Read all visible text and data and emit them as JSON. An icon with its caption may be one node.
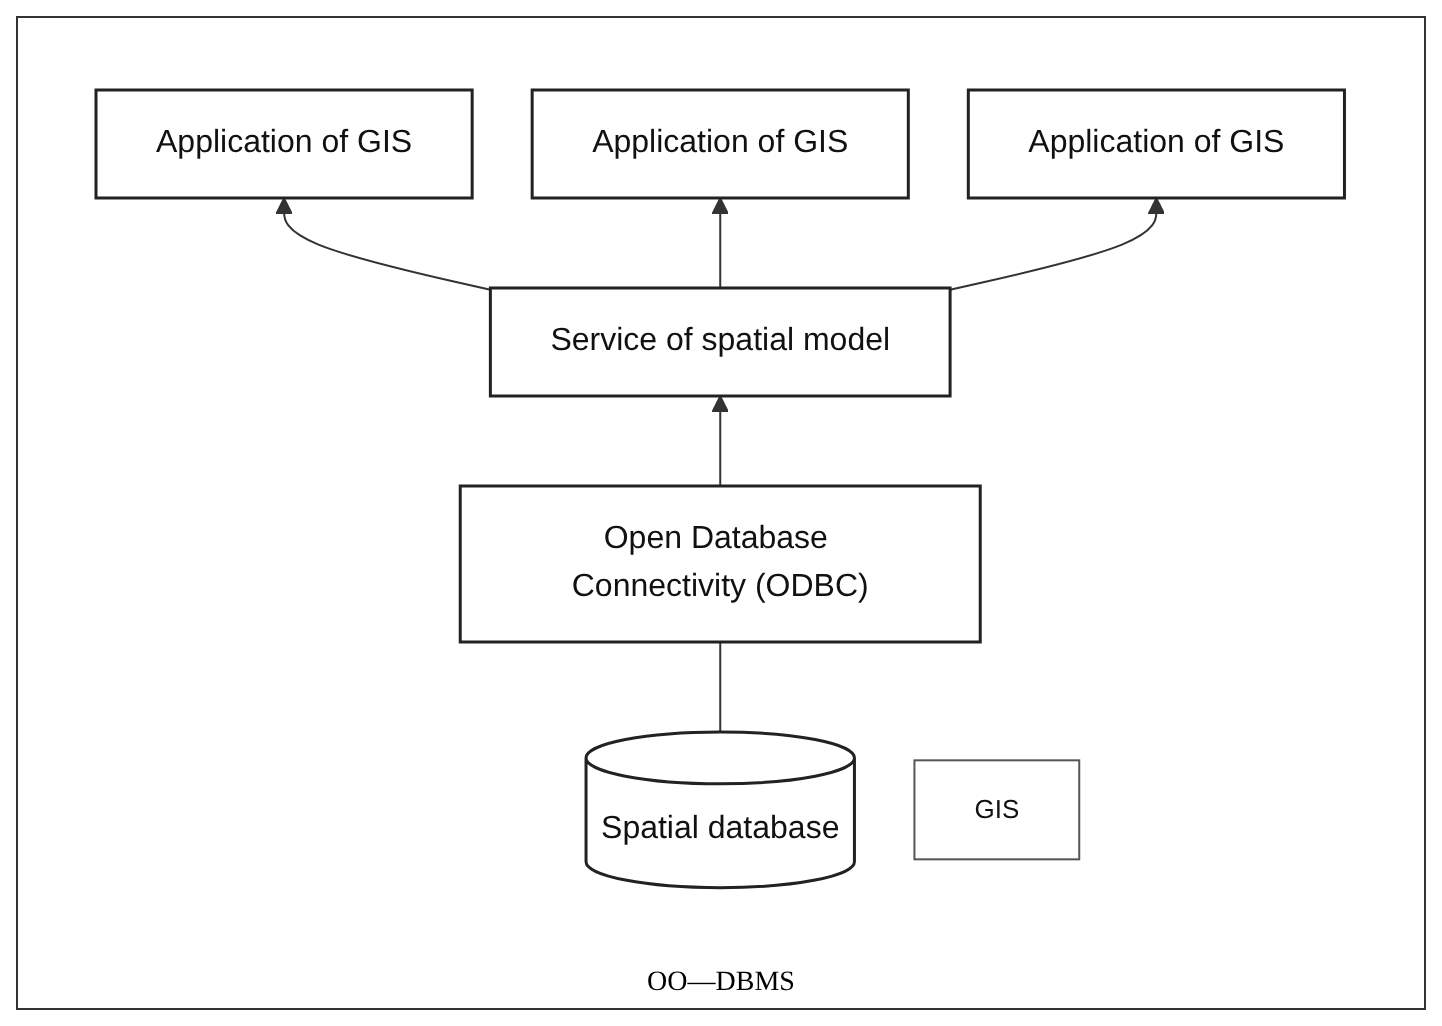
{
  "diagram": {
    "nodes": [
      {
        "text": [
          "Application of GIS"
        ]
      },
      {
        "text": [
          "Application of GIS"
        ]
      },
      {
        "text": [
          "Application of GIS"
        ]
      },
      {
        "text": [
          "Service of spatial model"
        ]
      },
      {
        "text": [
          "Open Database Connectivity (ODBC)"
        ]
      },
      {
        "text": [
          "Spatial database"
        ],
        "beside": [
          "OO—DBMS"
        ]
      },
      {
        "text": [
          "GIS"
        ]
      }
    ],
    "edges": [
      {
        "from": 3,
        "to": 0,
        "arrow": "to"
      },
      {
        "from": 3,
        "to": 1,
        "arrow": "to"
      },
      {
        "from": 3,
        "to": 2,
        "arrow": "to"
      },
      {
        "from": 4,
        "to": 3,
        "arrow": "to"
      },
      {
        "from": 5,
        "to": 4,
        "arrow": "none"
      }
    ]
  }
}
